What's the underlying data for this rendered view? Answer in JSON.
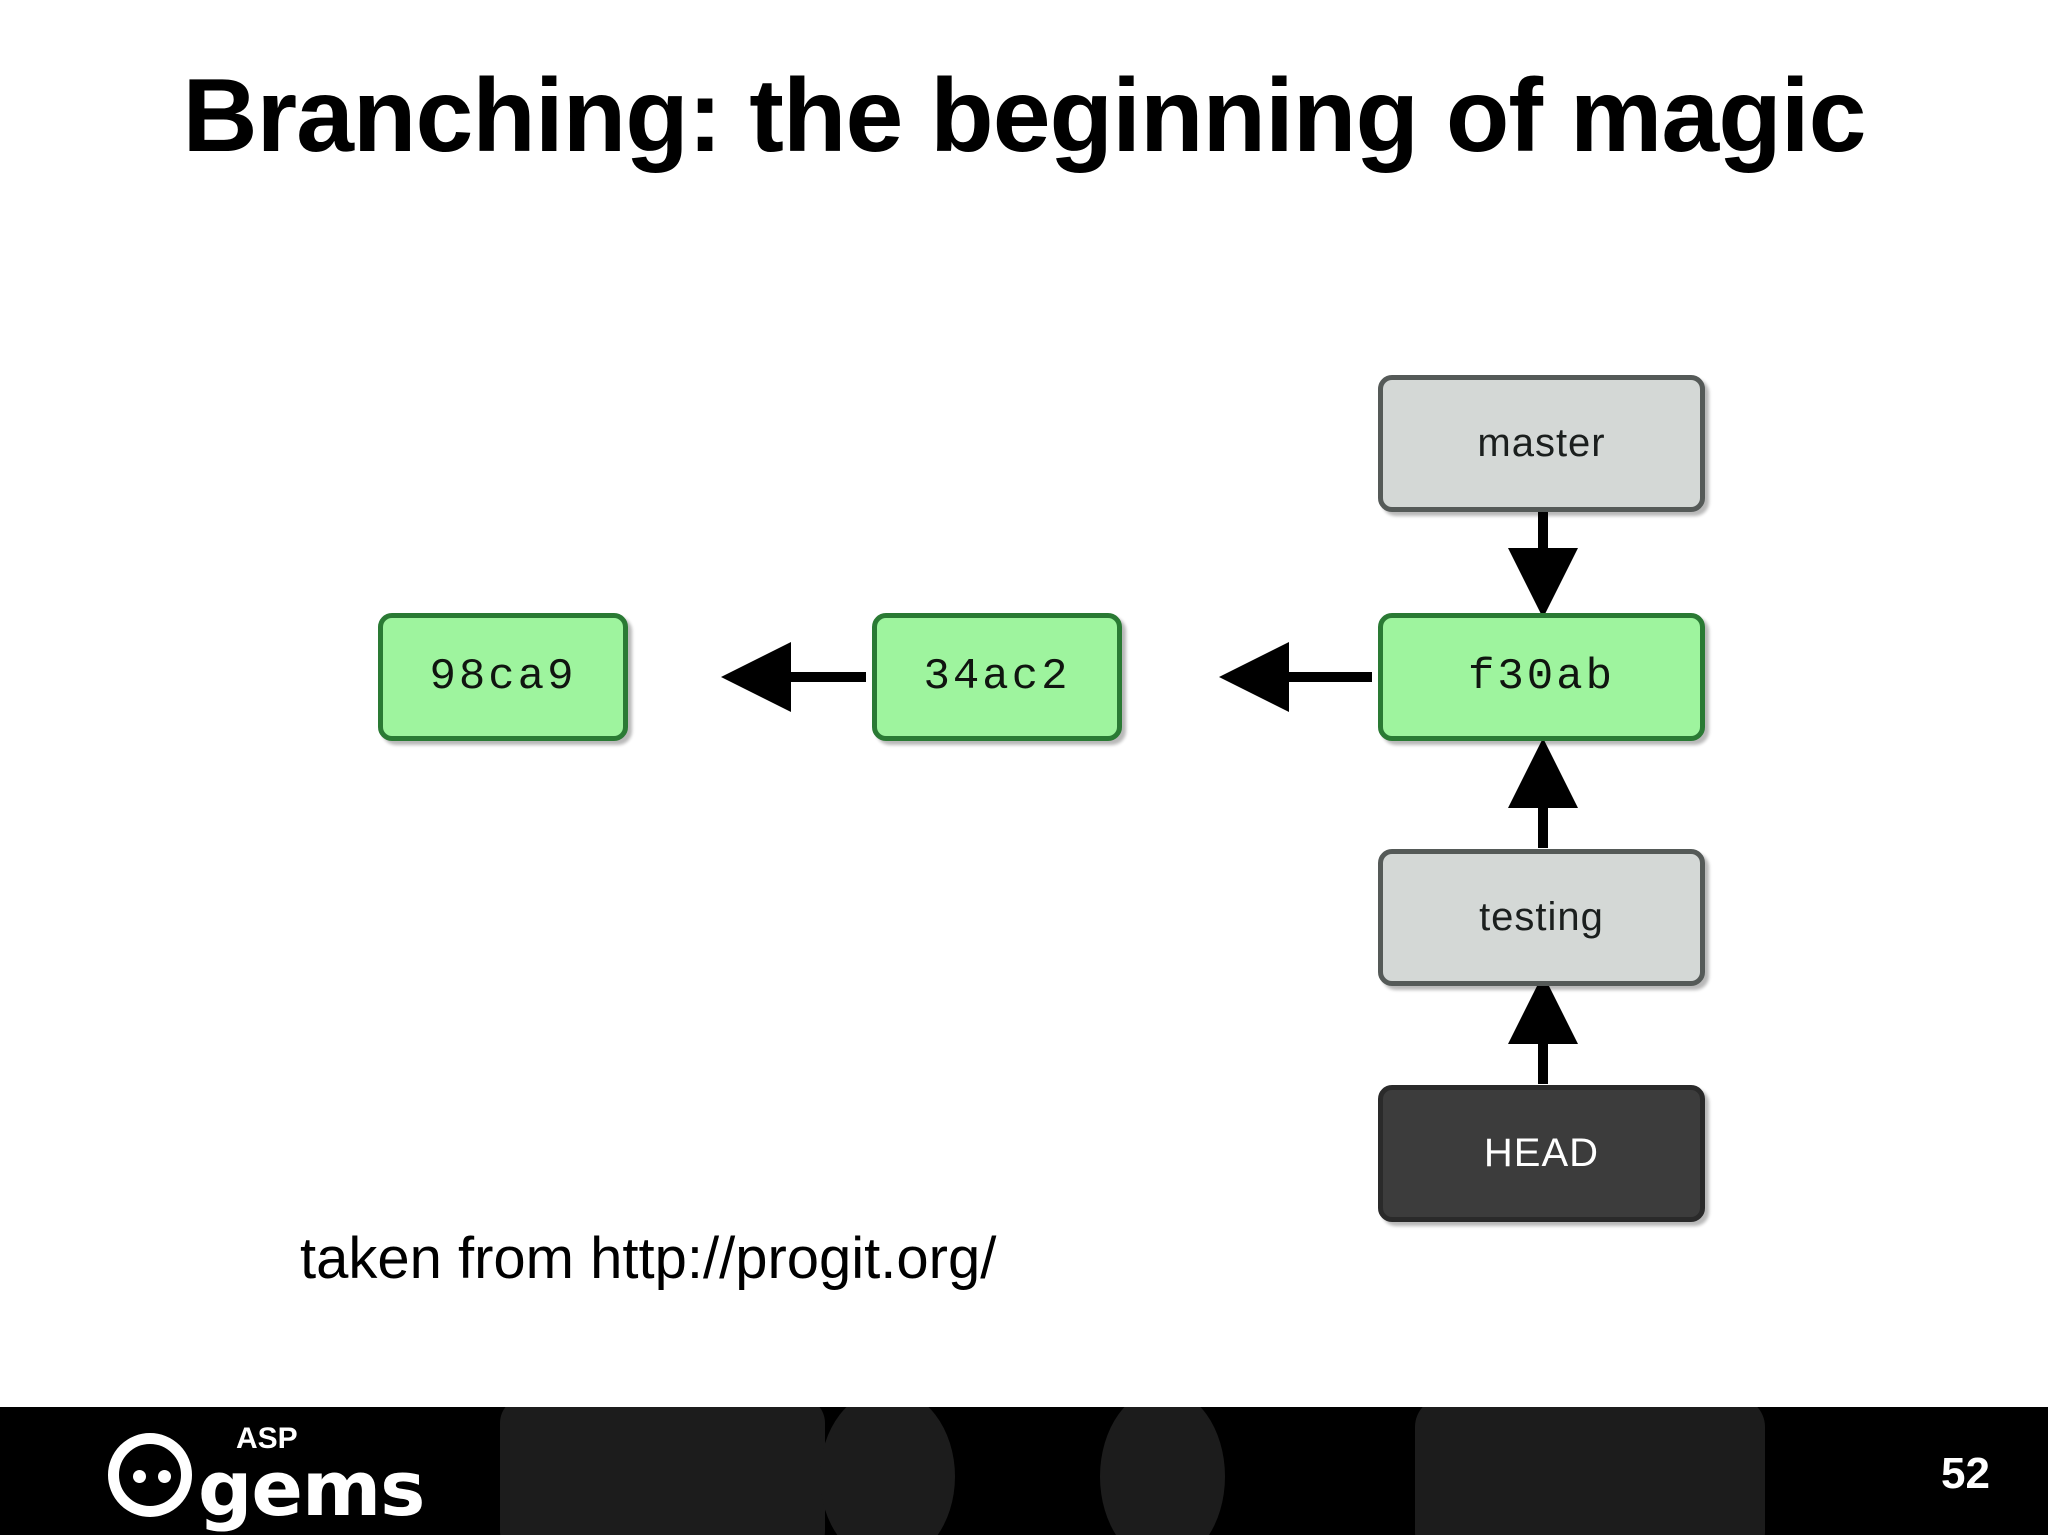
{
  "slide": {
    "title": "Branching: the beginning of magic",
    "caption": "taken from http://progit.org/",
    "page_number": "52"
  },
  "diagram": {
    "type": "git-branch-graph",
    "colors": {
      "commit_fill": "#9ef49e",
      "commit_border": "#2a7a34",
      "branch_fill": "#d4d8d6",
      "branch_border": "#555a58",
      "head_fill": "#3c3c3c",
      "head_text": "#ffffff",
      "arrow": "#000000"
    },
    "nodes": [
      {
        "id": "commit-98ca9",
        "label": "98ca9",
        "kind": "commit"
      },
      {
        "id": "commit-34ac2",
        "label": "34ac2",
        "kind": "commit"
      },
      {
        "id": "commit-f30ab",
        "label": "f30ab",
        "kind": "commit"
      },
      {
        "id": "branch-master",
        "label": "master",
        "kind": "branch"
      },
      {
        "id": "branch-testing",
        "label": "testing",
        "kind": "branch"
      },
      {
        "id": "pointer-head",
        "label": "HEAD",
        "kind": "head"
      }
    ],
    "edges": [
      {
        "from": "commit-34ac2",
        "to": "commit-98ca9",
        "direction": "left"
      },
      {
        "from": "commit-f30ab",
        "to": "commit-34ac2",
        "direction": "left"
      },
      {
        "from": "branch-master",
        "to": "commit-f30ab",
        "direction": "down"
      },
      {
        "from": "branch-testing",
        "to": "commit-f30ab",
        "direction": "up"
      },
      {
        "from": "pointer-head",
        "to": "branch-testing",
        "direction": "up"
      }
    ]
  },
  "footer": {
    "logo_top": "ASP",
    "logo_bottom": "gems"
  }
}
